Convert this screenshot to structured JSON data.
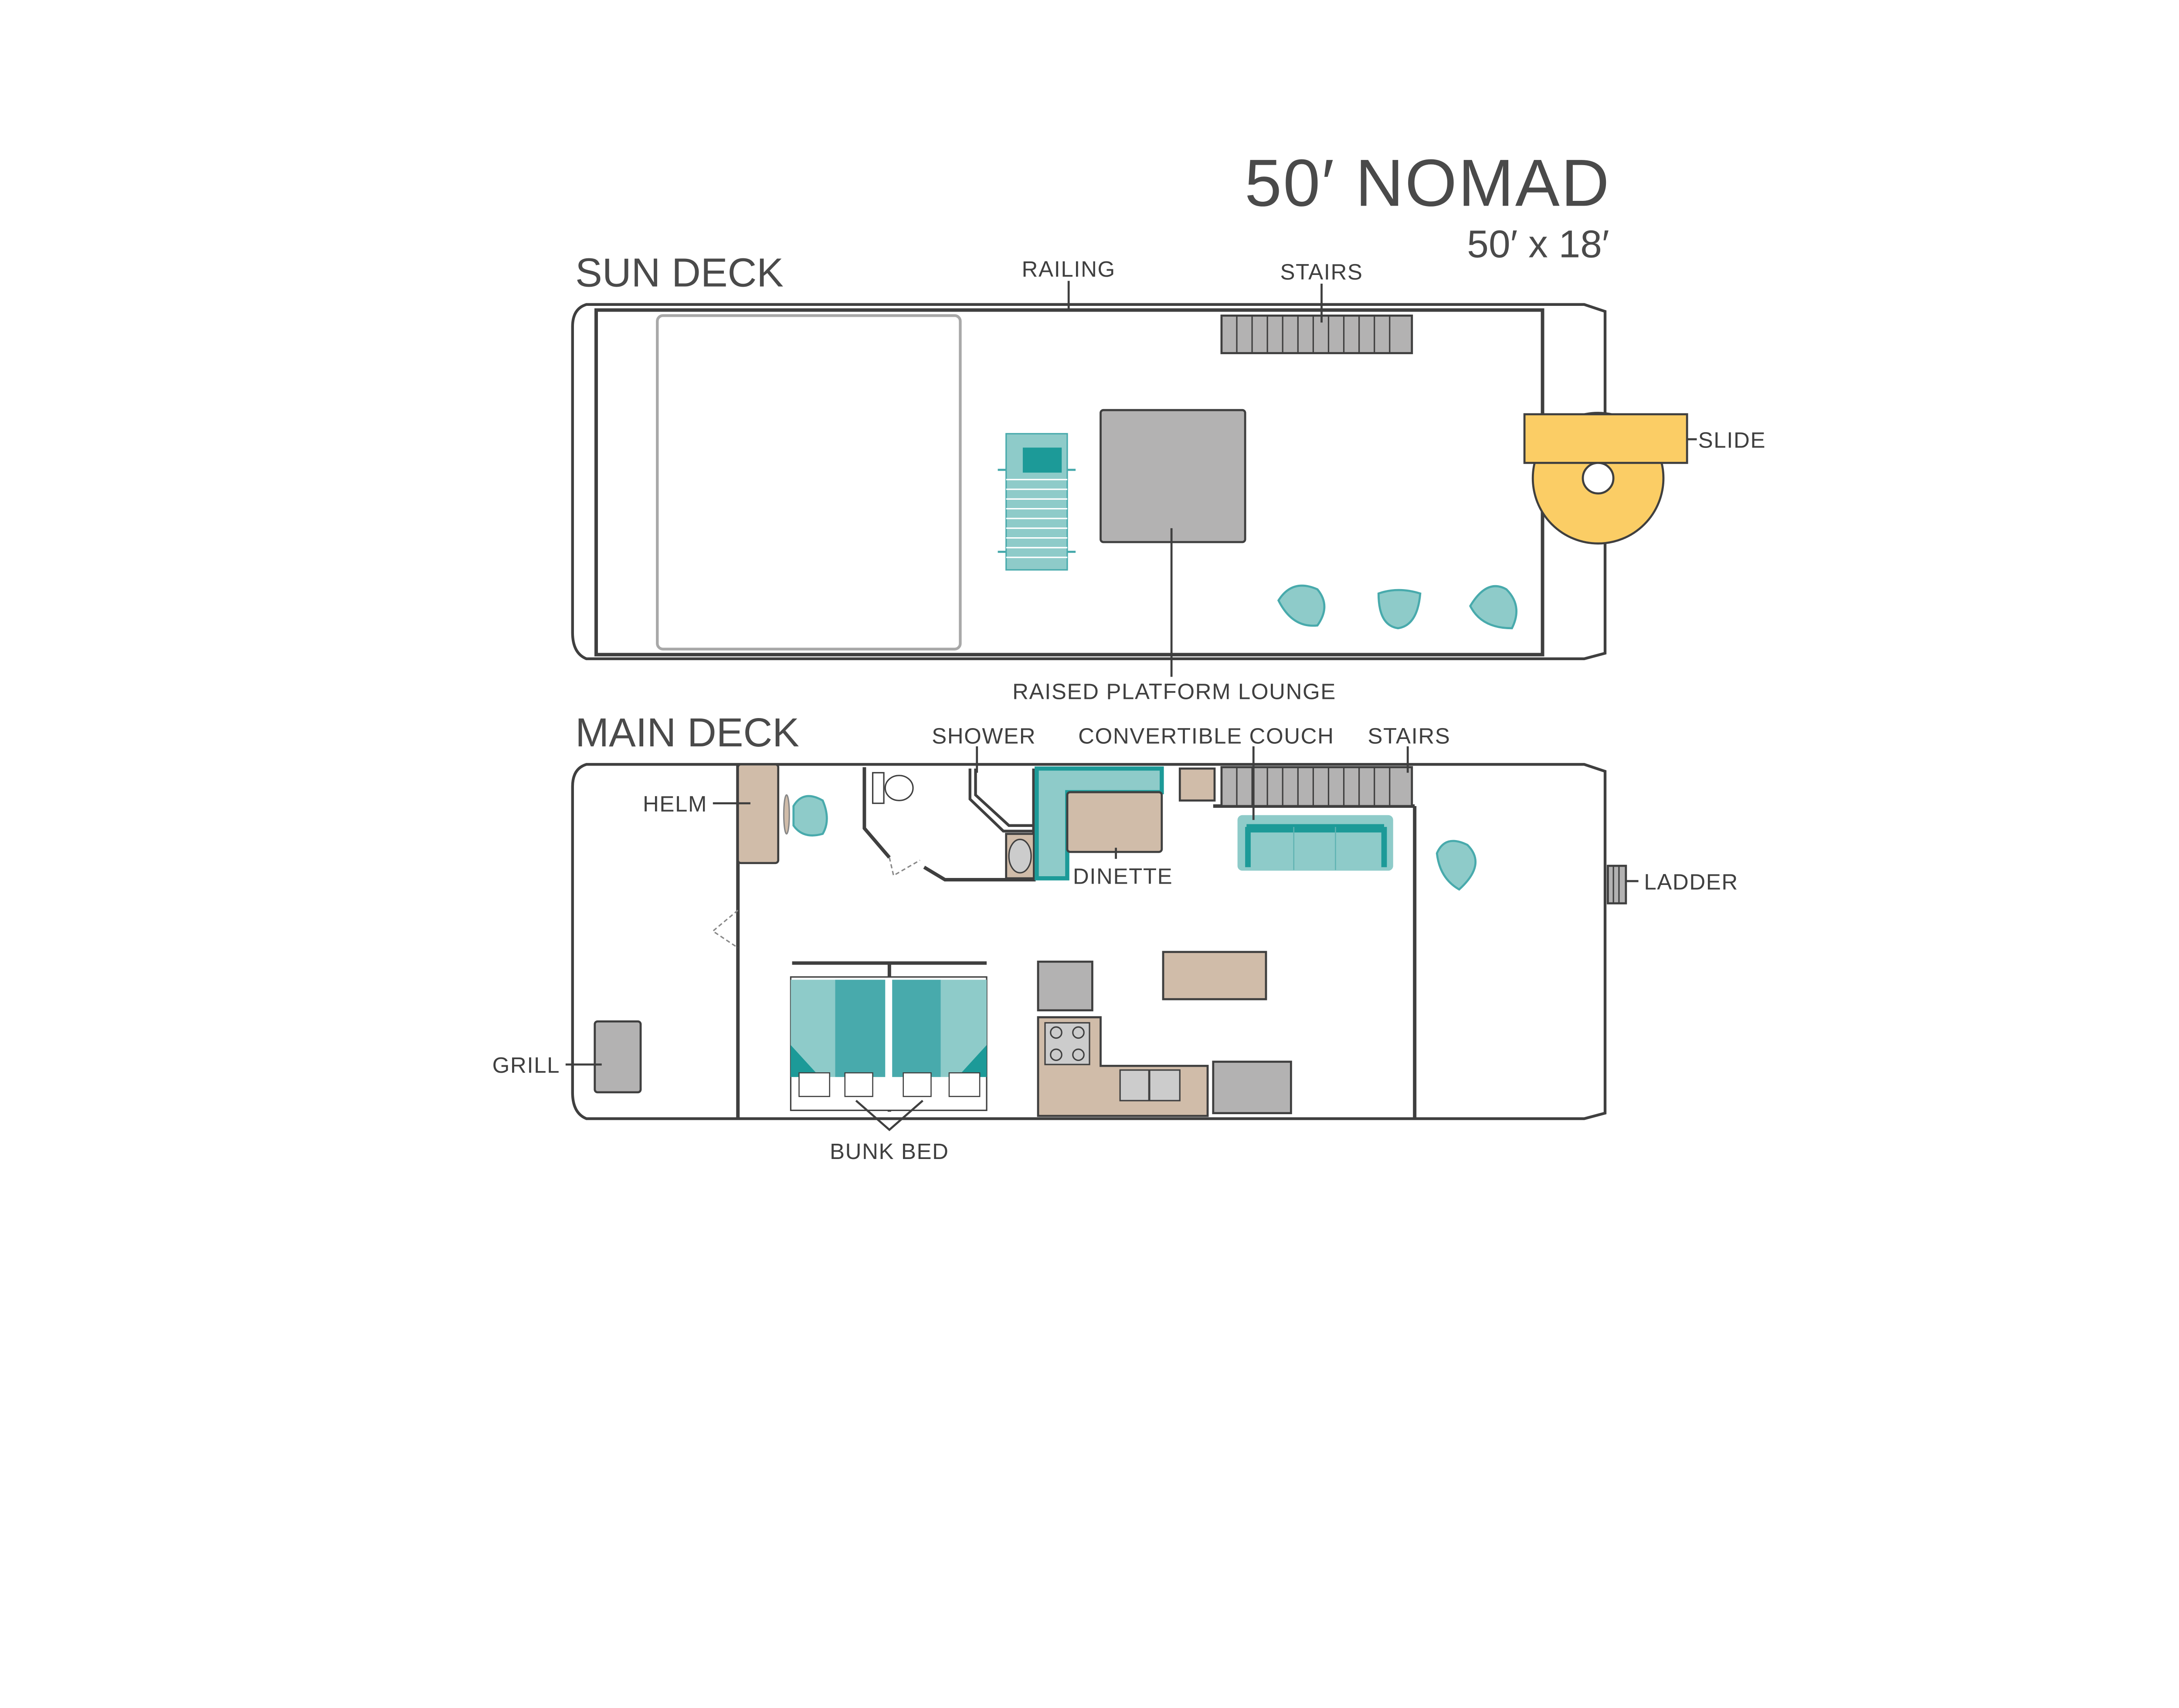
{
  "title": "50′ NOMAD",
  "dimensions": "50′ x 18′",
  "colors": {
    "teal": "#8ecbc9",
    "dark_teal": "#1c9a98",
    "tan": "#d0bca9",
    "gray": "#b3b2b2",
    "slide_yellow": "#fbcd65",
    "line": "#3f3f3f"
  },
  "sun_deck": {
    "heading": "SUN DECK",
    "labels": {
      "railing": "RAILING",
      "stairs": "STAIRS",
      "slide": "SLIDE",
      "lounge": "RAISED PLATFORM LOUNGE"
    }
  },
  "main_deck": {
    "heading": "MAIN DECK",
    "labels": {
      "shower": "SHOWER",
      "couch": "CONVERTIBLE COUCH",
      "stairs": "STAIRS",
      "helm": "HELM",
      "dinette": "DINETTE",
      "ladder": "LADDER",
      "grill": "GRILL",
      "bunk_bed": "BUNK BED"
    }
  }
}
